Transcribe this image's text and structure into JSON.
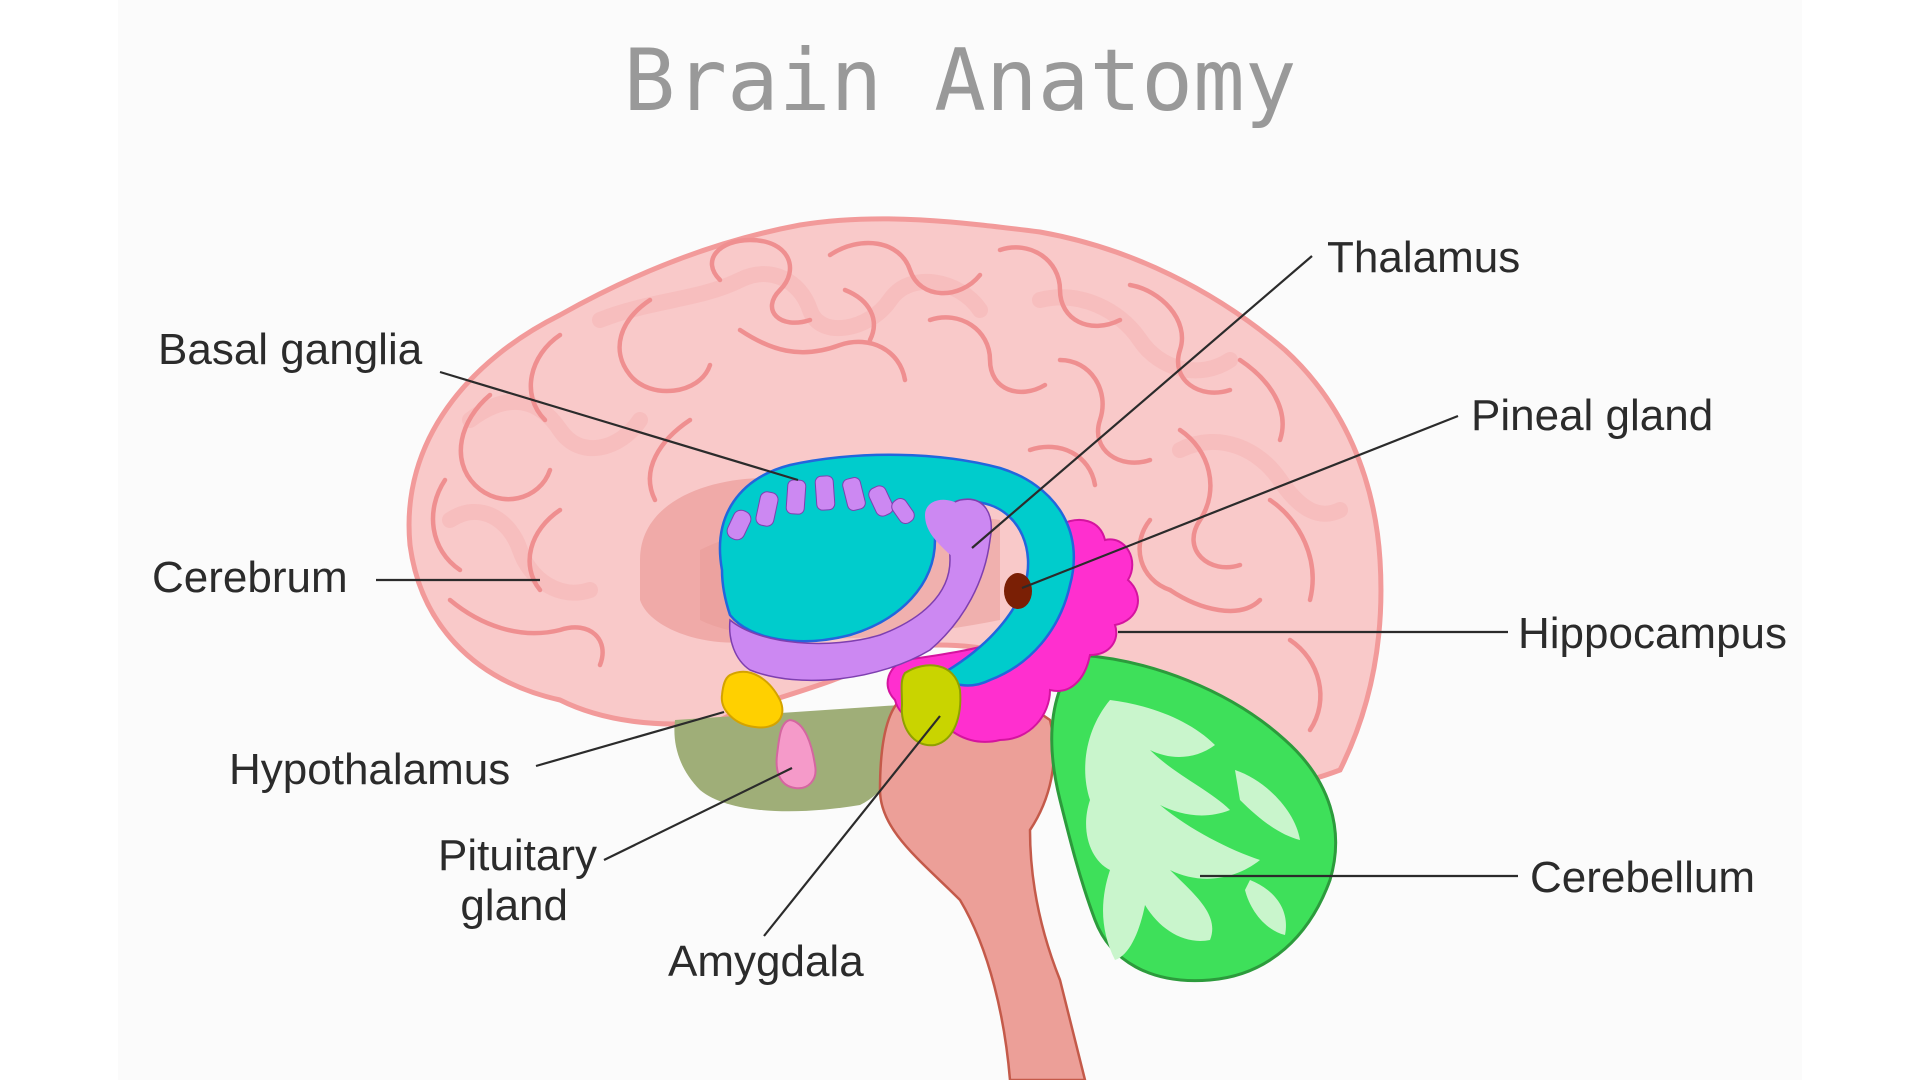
{
  "title": "Brain Anatomy",
  "labels": {
    "thalamus": "Thalamus",
    "basal_ganglia": "Basal ganglia",
    "pineal_gland": "Pineal gland",
    "cerebrum": "Cerebrum",
    "hippocampus": "Hippocampus",
    "hypothalamus": "Hypothalamus",
    "pituitary_gland_line1": "Pituitary",
    "pituitary_gland_line2": "gland",
    "amygdala": "Amygdala",
    "cerebellum": "Cerebellum"
  },
  "colors": {
    "cerebrum": "#f9c9c9",
    "cerebrum_outline": "#f29a9a",
    "corpus_callosum": "#00cccc",
    "basal_ganglia": "#cc88f2",
    "pineal_gland": "#7a1f05",
    "hippocampus": "#ff2fcf",
    "hypothalamus": "#ffd000",
    "pituitary_gland": "#f59ac9",
    "amygdala": "#c9d400",
    "cerebellum": "#3ee05a",
    "brainstem": "#ec9f98",
    "midbrain_region": "#9fae78"
  }
}
